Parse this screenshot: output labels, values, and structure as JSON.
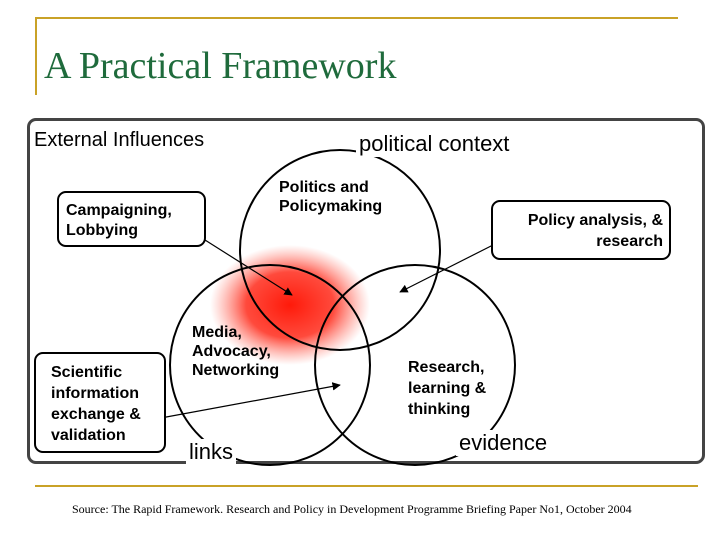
{
  "title": "A Practical Framework",
  "external_influences": "External Influences",
  "political_context": "political context",
  "evidence": "evidence",
  "links": "links",
  "politics_policymaking": [
    "Politics and",
    "Policymaking"
  ],
  "media_advocacy": [
    "Media,",
    "Advocacy,",
    "Networking"
  ],
  "research_learning": [
    "Research,",
    "learning &",
    "thinking"
  ],
  "campaigning_box": [
    "Campaigning,",
    "Lobbying"
  ],
  "policy_analysis_box": [
    "Policy analysis, &",
    "research"
  ],
  "scientific_box": [
    "Scientific",
    "information",
    "exchange &",
    "validation"
  ],
  "source": "Source: The Rapid Framework. Research and Policy in Development Programme Briefing Paper No1, October 2004",
  "colors": {
    "title": "#1f6b3c",
    "accent_rule": "#c9a227",
    "highlight": "#ff2a1a"
  }
}
